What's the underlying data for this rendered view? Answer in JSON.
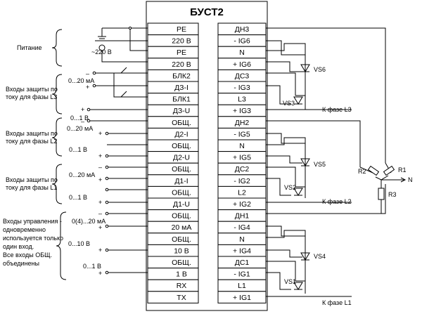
{
  "title": "БУСТ2",
  "left_pins": [
    "PE",
    "220 В",
    "PE",
    "220 В",
    "БЛК2",
    "ДЗ-I",
    "БЛК1",
    "ДЗ-U",
    "ОБЩ.",
    "Д2-I",
    "ОБЩ.",
    "Д2-U",
    "ОБЩ.",
    "Д1-I",
    "ОБЩ.",
    "Д1-U",
    "ОБЩ.",
    "20 мА",
    "ОБЩ.",
    "10 В",
    "ОБЩ.",
    "1 В",
    "RX",
    "TX"
  ],
  "right_pins": [
    "ДН3",
    "- IG6",
    "N",
    "+ IG6",
    "ДС3",
    "- IG3",
    "L3",
    "+ IG3",
    "ДН2",
    "- IG5",
    "N",
    "+ IG5",
    "ДС2",
    "- IG2",
    "L2",
    "+ IG2",
    "ДН1",
    "- IG4",
    "N",
    "+ IG4",
    "ДС1",
    "- IG1",
    "L1",
    "+ IG1"
  ],
  "groups": {
    "power": "Питание",
    "power_voltage": "~220 В",
    "l3": [
      "Входы защиты по",
      "току для фазы L3"
    ],
    "l2": [
      "Входы защиты по",
      "току для фазы L2"
    ],
    "l1": [
      "Входы защиты по",
      "току для фазы L1"
    ],
    "control": [
      "Входы управления -",
      "одновременно",
      "используется только",
      "один вход.",
      "Все входы ОБЩ.",
      "объединены"
    ]
  },
  "ranges": {
    "ma_20": "0...20 мА",
    "v_1": "0...1 В",
    "ma_4_20": "0(4)...20 мА",
    "v_10": "0...10 В"
  },
  "signs": {
    "minus": "–",
    "plus": "+"
  },
  "thyristors": [
    "VS6",
    "VS3",
    "VS5",
    "VS2",
    "VS4",
    "VS1"
  ],
  "phase_outputs": [
    "К фазе L3",
    "К фазе L2",
    "К фазе L1"
  ],
  "resistors": [
    "R2",
    "R1",
    "R3"
  ],
  "neutral": "N"
}
